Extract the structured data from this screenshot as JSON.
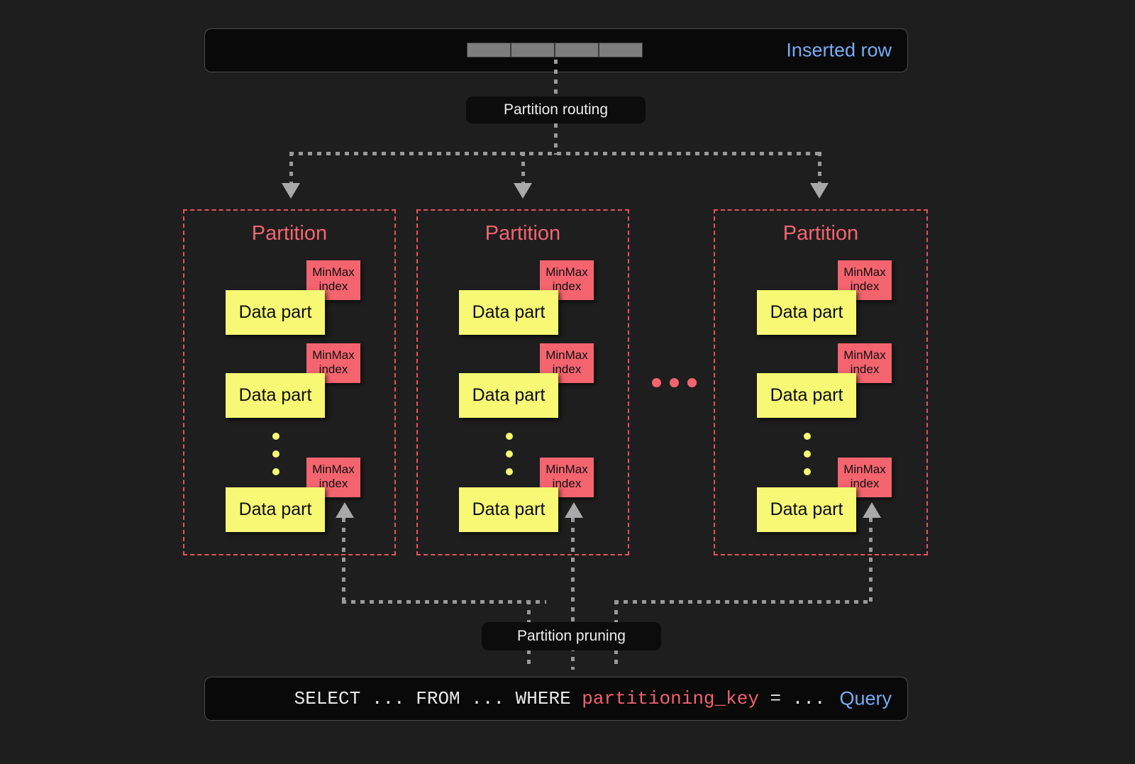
{
  "inserted_row": {
    "label": "Inserted row",
    "cell_count": 4,
    "label_color": "#76adf5"
  },
  "partition_routing": {
    "label": "Partition routing"
  },
  "partition_pruning": {
    "label": "Partition pruning"
  },
  "partitions": [
    {
      "title": "Partition",
      "parts": [
        {
          "data_label": "Data part",
          "index_line1": "MinMax",
          "index_line2": "index"
        },
        {
          "data_label": "Data part",
          "index_line1": "MinMax",
          "index_line2": "index"
        },
        {
          "data_label": "Data part",
          "index_line1": "MinMax",
          "index_line2": "index"
        }
      ]
    },
    {
      "title": "Partition",
      "parts": [
        {
          "data_label": "Data part",
          "index_line1": "MinMax",
          "index_line2": "index"
        },
        {
          "data_label": "Data part",
          "index_line1": "MinMax",
          "index_line2": "index"
        },
        {
          "data_label": "Data part",
          "index_line1": "MinMax",
          "index_line2": "index"
        }
      ]
    },
    {
      "title": "Partition",
      "parts": [
        {
          "data_label": "Data part",
          "index_line1": "MinMax",
          "index_line2": "index"
        },
        {
          "data_label": "Data part",
          "index_line1": "MinMax",
          "index_line2": "index"
        },
        {
          "data_label": "Data part",
          "index_line1": "MinMax",
          "index_line2": "index"
        }
      ]
    }
  ],
  "ellipsis": {
    "between_partitions_dots": 3,
    "between_parts_dots": 3
  },
  "query": {
    "label": "Query",
    "prefix": "SELECT ... FROM ... WHERE ",
    "keyword": "partitioning_key",
    "suffix": " = ...",
    "label_color": "#76adf5",
    "keyword_color": "#f2616e"
  },
  "colors": {
    "background": "#1e1e1e",
    "bar_fill": "#090909",
    "partition_border": "#e8525f",
    "data_part": "#f7f874",
    "minmax_index": "#f4646f",
    "connector": "#9a9a9a"
  }
}
